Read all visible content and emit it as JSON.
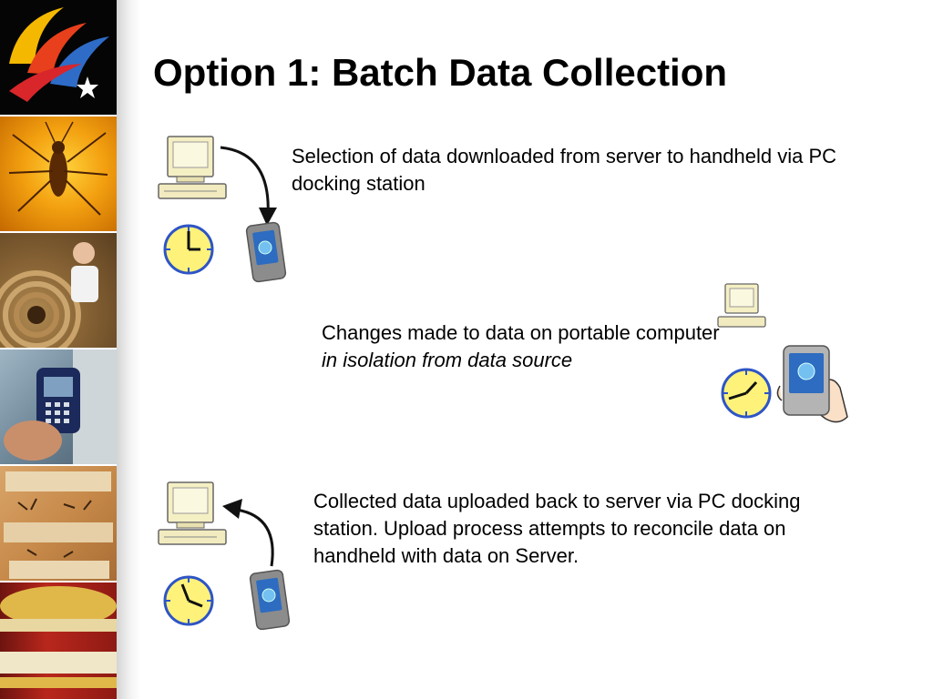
{
  "slide": {
    "title": "Option 1: Batch Data Collection",
    "steps": [
      {
        "text": "Selection of data downloaded from server to handheld via PC docking station"
      },
      {
        "text_plain": "Changes made to data on portable computer ",
        "text_italic": "in isolation from data source"
      },
      {
        "text": "Collected data uploaded back to server via PC docking station. Upload process attempts to reconcile data on handheld with data on Server."
      }
    ]
  },
  "decor": {
    "strip_tiles": [
      "logo",
      "amber-insect",
      "basket-weaver",
      "handheld-device",
      "specimen-labels",
      "fire-extinguisher"
    ]
  },
  "colors": {
    "clock_face": "#fff27a",
    "clock_rim": "#2e55c6",
    "computer_body": "#f5efc4",
    "arrow": "#111111"
  }
}
